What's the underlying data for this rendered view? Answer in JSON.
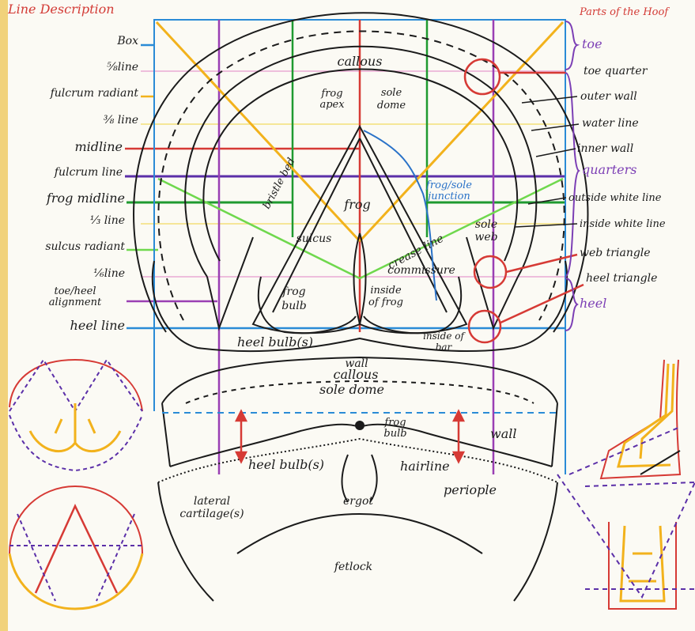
{
  "headers": {
    "line_description": "Line Description",
    "parts_of_the_hoof": "Parts of the Hoof"
  },
  "line_descriptions": [
    {
      "label": "Box",
      "color": "#2a8bd6"
    },
    {
      "label": "⅝line",
      "color": "#d87ab8"
    },
    {
      "label": "fulcrum radiant",
      "color": "#f2b21c"
    },
    {
      "label": "⅜ line",
      "color": "#f0d64b"
    },
    {
      "label": "midline",
      "color": "#d63a35"
    },
    {
      "label": "fulcrum line",
      "color": "#5b2fa8"
    },
    {
      "label": "frog midline",
      "color": "#1f9a30"
    },
    {
      "label": "⅓ line",
      "color": "#f0d64b"
    },
    {
      "label": "sulcus radiant",
      "color": "#6fd84d"
    },
    {
      "label": "⅙line",
      "color": "#d87ab8"
    },
    {
      "label": "toe/heel alignment",
      "color": "#9a3fb3"
    },
    {
      "label": "heel line",
      "color": "#2a8bd6"
    }
  ],
  "parts_of_hoof": {
    "toe": "toe",
    "toe_quarter": "toe quarter",
    "outer_wall": "outer wall",
    "water_line": "water line",
    "inner_wall": "inner wall",
    "quarters": "quarters",
    "outside_white_line": "outside white line",
    "inside_white_line": "inside white line",
    "web_triangle": "web triangle",
    "heel_triangle": "heel triangle",
    "heel": "heel"
  },
  "sole_view_labels": {
    "callous": "callous",
    "frog_apex": "frog apex",
    "sole_dome": "sole dome",
    "bristle_bed": "bristle bed",
    "frog_sole_junction": "frog/sole junction",
    "frog": "frog",
    "sulcus": "sulcus",
    "crease_line": "crease line",
    "sole_web": "sole web",
    "commissure": "commissure",
    "frog_bulb": "frog bulb",
    "inside_of_frog": "inside of frog",
    "inside_of_bar": "inside of bar",
    "heel_bulbs": "heel bulb(s)"
  },
  "heel_view_labels": {
    "wall_top": "wall",
    "callous": "callous",
    "sole_dome": "sole dome",
    "frog_bulb": "frog bulb",
    "wall_right": "wall",
    "heel_bulbs": "heel bulb(s)",
    "hairline": "hairline",
    "periople": "periople",
    "lateral_cartilages": "lateral cartilage(s)",
    "ergot": "ergot",
    "fetlock": "fetlock"
  },
  "colors": {
    "ink": "#1b1b1b",
    "red": "#d63a35",
    "blue": "#2a8bd6",
    "yellow": "#f2b21c",
    "purple": "#9a3fb3",
    "violet": "#5b2fa8",
    "green": "#1f9a30",
    "light_green": "#6fd84d",
    "pink": "#d87ab8",
    "page_edge": "#f1d27b"
  }
}
